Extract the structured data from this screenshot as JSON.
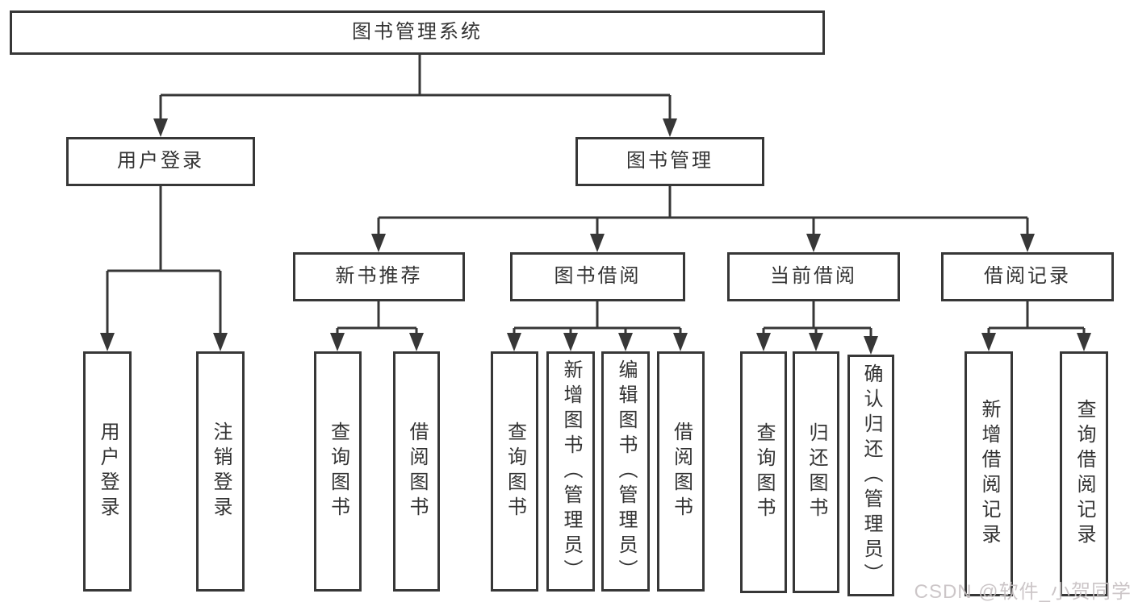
{
  "diagram": {
    "root": {
      "label": "图书管理系统",
      "children": [
        {
          "label": "用户登录",
          "children": [
            {
              "label": "用户登录"
            },
            {
              "label": "注销登录"
            }
          ]
        },
        {
          "label": "图书管理",
          "children": [
            {
              "label": "新书推荐",
              "children": [
                {
                  "label": "查询图书"
                },
                {
                  "label": "借阅图书"
                }
              ]
            },
            {
              "label": "图书借阅",
              "children": [
                {
                  "label": "查询图书"
                },
                {
                  "label": "新增图书（管理员）"
                },
                {
                  "label": "编辑图书（管理员）"
                },
                {
                  "label": "借阅图书"
                }
              ]
            },
            {
              "label": "当前借阅",
              "children": [
                {
                  "label": "查询图书"
                },
                {
                  "label": "归还图书"
                },
                {
                  "label": "确认归还（管理员）"
                }
              ]
            },
            {
              "label": "借阅记录",
              "children": [
                {
                  "label": "新增借阅记录"
                },
                {
                  "label": "查询借阅记录"
                }
              ]
            }
          ]
        }
      ]
    },
    "watermark": "CSDN @软件_小贺同学",
    "colors": {
      "line": "#373737",
      "text": "#333333",
      "watermark": "#c8c2c4",
      "background": "#ffffff"
    }
  }
}
